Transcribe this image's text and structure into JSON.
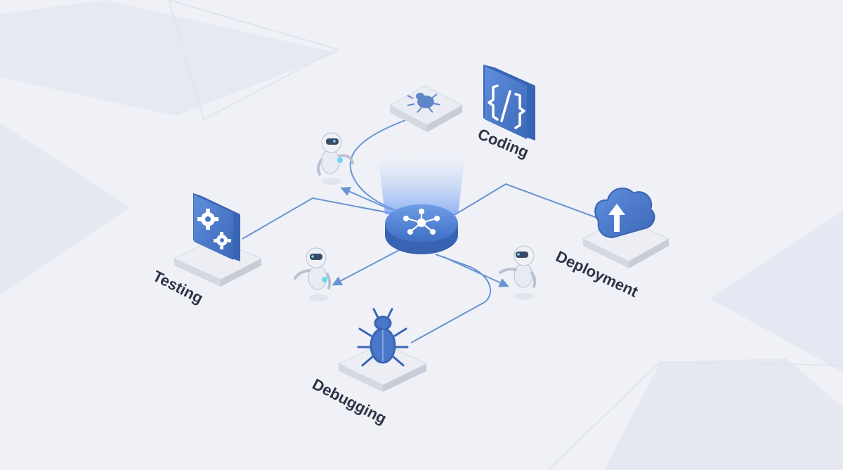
{
  "colors": {
    "background": "#eff1f7",
    "accent": "#4f7fd0",
    "accent_dark": "#3a64b4",
    "connector": "#6a93d2",
    "platform": "#e7eaf1",
    "text": "#2d3346"
  },
  "nodes": [
    {
      "id": "coding",
      "label": "Coding",
      "icon": "code-icon"
    },
    {
      "id": "deployment",
      "label": "Deployment",
      "icon": "cloud-upload-icon"
    },
    {
      "id": "testing",
      "label": "Testing",
      "icon": "gears-icon"
    },
    {
      "id": "debugging",
      "label": "Debugging",
      "icon": "bug-icon"
    },
    {
      "id": "bug-tile",
      "label": "",
      "icon": "bug-icon"
    },
    {
      "id": "hub",
      "label": "",
      "icon": "network-hub-icon"
    }
  ],
  "agents": [
    "robot-agent-icon",
    "robot-agent-icon",
    "robot-agent-icon"
  ]
}
